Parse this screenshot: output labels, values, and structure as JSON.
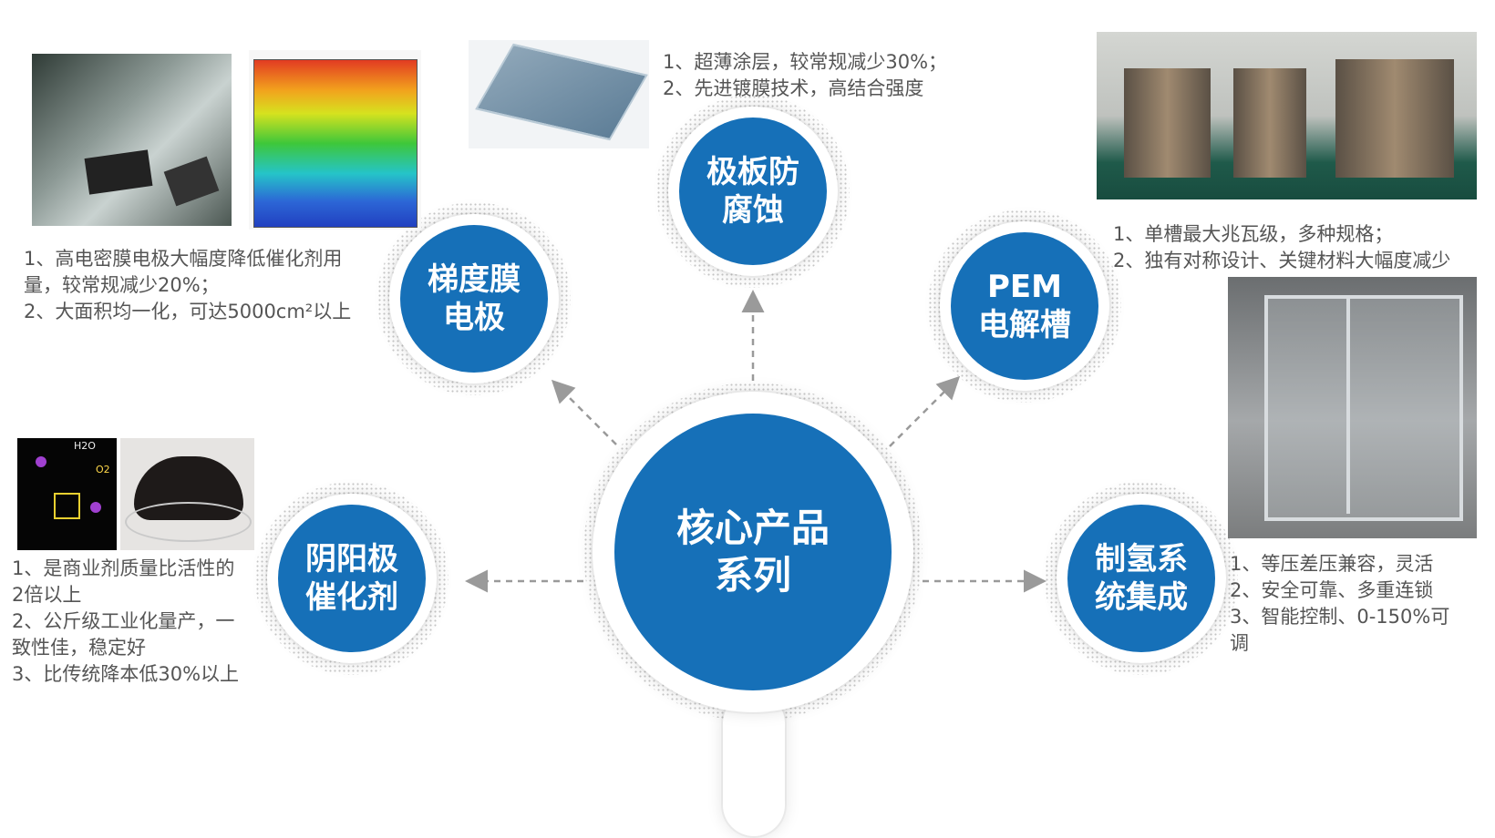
{
  "center": {
    "line1": "核心产品",
    "line2": "系列"
  },
  "nodes": {
    "plate": {
      "line1": "极板防",
      "line2": "腐蚀"
    },
    "membrane": {
      "line1": "梯度膜",
      "line2": "电极"
    },
    "pem": {
      "line1": "PEM",
      "line2": "电解槽"
    },
    "catalyst": {
      "line1": "阴阳极",
      "line2": "催化剂"
    },
    "system": {
      "line1": "制氢系",
      "line2": "统集成"
    }
  },
  "descriptions": {
    "plate": [
      "1、超薄涂层，较常规减少30%；",
      "2、先进镀膜技术，高结合强度"
    ],
    "membrane": [
      "1、高电密膜电极大幅度降低催化剂用",
      "量，较常规减少20%；",
      "2、大面积均一化，可达5000cm²以上"
    ],
    "pem": [
      "1、单槽最大兆瓦级，多种规格；",
      "2、独有对称设计、关键材料大幅度减少"
    ],
    "catalyst": [
      "1、是商业剂质量比活性的",
      "2倍以上",
      "2、公斤级工业化量产，一",
      "致性佳，稳定好",
      "3、比传统降本低30%以上"
    ],
    "system": [
      "1、等压差压兼容，灵活",
      "2、安全可靠、多重连锁",
      "3、智能控制、0-150%可",
      "调"
    ]
  },
  "image_labels": {
    "h2o": "H2O",
    "o2": "O2"
  },
  "colors": {
    "primary": "#1670b8",
    "text": "#555555",
    "arrow": "#9a9a9a"
  }
}
